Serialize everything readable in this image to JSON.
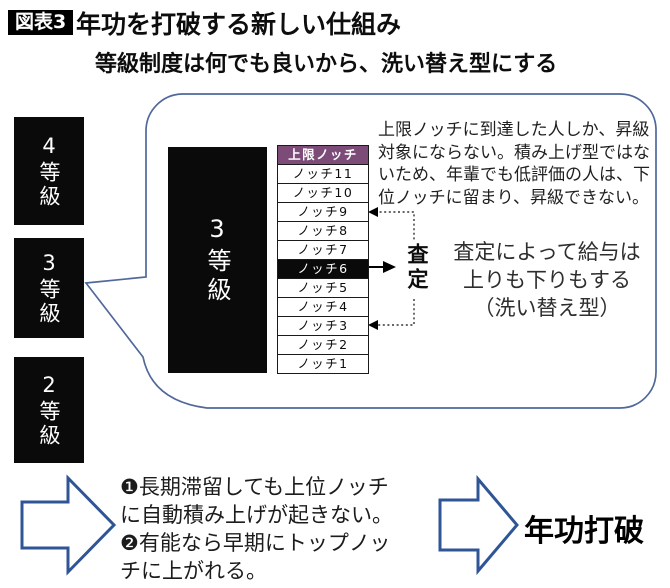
{
  "header": {
    "tag": "図表3",
    "title": "年功を打破する新しい仕組み",
    "subtitle": "等級制度は何でも良いから、洗い替え型にする"
  },
  "grade_boxes": [
    {
      "label": "4等級"
    },
    {
      "label": "3等級"
    },
    {
      "label": "2等級"
    }
  ],
  "bubble": {
    "grade_label": "3等級",
    "notes_lines": [
      "上限ノッチに到達した人しか、昇級",
      "対象にならない。積み上げ型ではな",
      "いため、年輩でも低評価の人は、下",
      "位ノッチに留まり、昇級できない。"
    ],
    "notch_table": {
      "header": "上限ノッチ",
      "rows": [
        "ノッチ11",
        "ノッチ10",
        "ノッチ9",
        "ノッチ8",
        "ノッチ7",
        "ノッチ6",
        "ノッチ5",
        "ノッチ4",
        "ノッチ3",
        "ノッチ2",
        "ノッチ1"
      ],
      "highlighted_row": "ノッチ6",
      "header_bg": "#7c4b78",
      "highlight_bg": "#0a0a0a"
    },
    "assessment_label": "査定",
    "assessment_note_lines": [
      "査定によって給与は",
      "上りも下りもする",
      "（洗い替え型）"
    ]
  },
  "bottom": {
    "points_lines": [
      "❶長期滞留しても上位ノッチ",
      "に自動積み上げが起きない。",
      "❷有能なら早期にトップノッ",
      "チに上がれる。"
    ],
    "conclusion": "年功打破"
  },
  "colors": {
    "bubble_outline": "#51689b",
    "block_arrow_outline": "#2f5597",
    "grade_box_bg": "#0a0a0a",
    "notch_header_bg": "#7c4b78",
    "tag_bg": "#000000"
  }
}
